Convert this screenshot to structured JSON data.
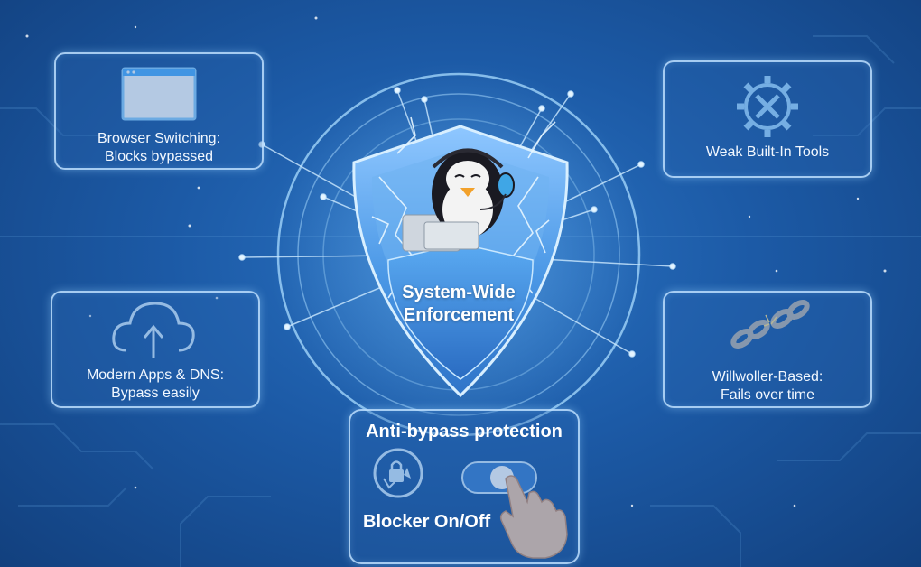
{
  "center": {
    "title_line1": "System-Wide",
    "title_line2": "Enforcement"
  },
  "cards": {
    "browser": {
      "line1": "Browser Switching:",
      "line2": "Blocks bypassed",
      "icon": "browser-window-icon"
    },
    "tools": {
      "line1": "Weak Built-In Tools",
      "icon": "gear-wrench-icon"
    },
    "apps": {
      "line1": "Modern Apps & DNS:",
      "line2": "Bypass easily",
      "icon": "cloud-upload-icon"
    },
    "willpower": {
      "line1": "Willwoller-Based:",
      "line2": "Fails over time",
      "icon": "broken-chain-icon"
    }
  },
  "protection": {
    "title": "Anti-bypass protection",
    "toggle_label": "Blocker On/Off",
    "toggle_state": "on",
    "lock_icon": "lock-refresh-icon",
    "hand_icon": "pointing-hand-icon"
  },
  "colors": {
    "background": "#1c5aa6",
    "shield": "#3f8fe0",
    "glow": "#a9dcff",
    "toggle_track": "#3a7fd0"
  }
}
